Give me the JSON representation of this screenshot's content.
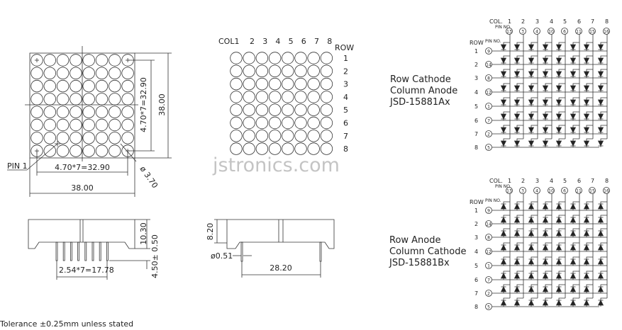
{
  "front_view": {
    "pitch_label_h": "4.70*7=32.90",
    "pitch_label_v": "4.70*7=32.90",
    "width_label": "38.00",
    "height_label": "38.00",
    "pin1_label": "PIN 1",
    "dot_diameter_label": "ø 3.70",
    "rows": 8,
    "cols": 8
  },
  "numbered_matrix": {
    "col_header": "COL",
    "col_numbers": [
      "1",
      "2",
      "3",
      "4",
      "5",
      "6",
      "7",
      "8"
    ],
    "row_header": "ROW",
    "row_numbers": [
      "1",
      "2",
      "3",
      "4",
      "5",
      "6",
      "7",
      "8"
    ]
  },
  "side_view_left": {
    "height_label": "10.30",
    "pin_length_label": "4.50± 0.50",
    "pin_pitch_label": "2.54*7=17.78"
  },
  "side_view_right": {
    "height_label": "8.20",
    "pin_diameter_label": "ø0.51",
    "pin_span_label": "28.20"
  },
  "watermark": "jstronics.com",
  "tolerance_note": "Tolerance ±0.25mm unless stated",
  "variants": [
    {
      "line1": "Row Cathode",
      "line2": "Column Anode",
      "part": "JSD-15881Ax",
      "diode_direction": "down"
    },
    {
      "line1": "Row Anode",
      "line2": "Column Cathode",
      "part": "JSD-15881Bx",
      "diode_direction": "up"
    }
  ],
  "schematic": {
    "col_header": "COL.",
    "row_header": "ROW",
    "pin_no_label": "PIN NO.",
    "col_numbers": [
      "1",
      "2",
      "3",
      "4",
      "5",
      "6",
      "7",
      "8"
    ],
    "col_pins": [
      "13",
      "3",
      "4",
      "10",
      "6",
      "11",
      "15",
      "16"
    ],
    "row_numbers": [
      "1",
      "2",
      "3",
      "4",
      "5",
      "6",
      "7",
      "8"
    ],
    "row_pins": [
      "9",
      "14",
      "8",
      "12",
      "1",
      "7",
      "2",
      "5"
    ]
  }
}
